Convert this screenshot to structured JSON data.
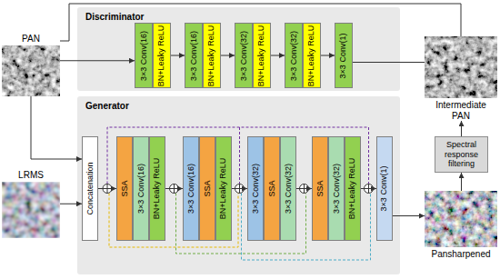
{
  "diagram": {
    "nodes": [
      {
        "text": [
          "PAN"
        ]
      },
      {
        "text": [
          "Discriminator"
        ]
      },
      {
        "text": [
          "3×3 Conv(16)"
        ],
        "in": 1
      },
      {
        "text": [
          "BN+Leaky ReLU"
        ],
        "in": 1
      },
      {
        "text": [
          "3×3 Conv(16)"
        ],
        "in": 1
      },
      {
        "text": [
          "BN+Leaky ReLU"
        ],
        "in": 1
      },
      {
        "text": [
          "3×3 Conv(32)"
        ],
        "in": 1
      },
      {
        "text": [
          "BN+Leaky ReLU"
        ],
        "in": 1
      },
      {
        "text": [
          "3×3 Conv(32)"
        ],
        "in": 1
      },
      {
        "text": [
          "BN+Leaky ReLU"
        ],
        "in": 1
      },
      {
        "text": [
          "3×3 Conv(1)"
        ],
        "in": 1
      },
      {
        "text": [
          "Intermediate PAN"
        ]
      },
      {
        "text": [
          "LRMS"
        ]
      },
      {
        "text": [
          "Generator"
        ]
      },
      {
        "text": [
          "Concatenation"
        ],
        "in": 13
      },
      {
        "text": [
          "SSA"
        ],
        "in": 13
      },
      {
        "text": [
          "3×3 Conv(16)"
        ],
        "in": 13
      },
      {
        "text": [
          "BN+Leaky ReLU"
        ],
        "in": 13
      },
      {
        "text": [
          "3×3 Conv(16)"
        ],
        "in": 13
      },
      {
        "text": [
          "SSA"
        ],
        "in": 13
      },
      {
        "text": [
          "BN+Leaky ReLU"
        ],
        "in": 13
      },
      {
        "text": [
          "3×3 Conv(32)"
        ],
        "in": 13
      },
      {
        "text": [
          "SSA"
        ],
        "in": 13
      },
      {
        "text": [
          "3×3 Conv(32)"
        ],
        "in": 13
      },
      {
        "text": [
          "SSA"
        ],
        "in": 13
      },
      {
        "text": [
          "3×3 Conv(32)"
        ],
        "in": 13
      },
      {
        "text": [
          "BN+Leaky ReLU"
        ],
        "in": 13
      },
      {
        "text": [
          "3×3 Conv(1)"
        ],
        "in": 13
      },
      {
        "text": [
          "Spectral response filtering"
        ]
      },
      {
        "text": [
          "Pansharpened"
        ]
      }
    ],
    "edges": [
      {
        "from": 0,
        "to": 2,
        "arrow": "to"
      },
      {
        "from": 3,
        "to": 4,
        "arrow": "to"
      },
      {
        "from": 5,
        "to": 6,
        "arrow": "to"
      },
      {
        "from": 7,
        "to": 8,
        "arrow": "to"
      },
      {
        "from": 9,
        "to": 10,
        "arrow": "to"
      },
      {
        "from": 10,
        "to": 11,
        "arrow": "none"
      },
      {
        "from": 0,
        "to": 11,
        "arrow": "none"
      },
      {
        "from": 0,
        "to": 14,
        "arrow": "to"
      },
      {
        "from": 12,
        "to": 14,
        "arrow": "to"
      },
      {
        "from": 14,
        "to": 15,
        "arrow": "to"
      },
      {
        "from": 17,
        "to": 18,
        "arrow": "to"
      },
      {
        "from": 20,
        "to": 21,
        "arrow": "to"
      },
      {
        "from": 23,
        "to": 24,
        "arrow": "to"
      },
      {
        "from": 26,
        "to": 27,
        "arrow": "to"
      },
      {
        "from": 27,
        "to": 29,
        "arrow": "to"
      },
      {
        "from": 29,
        "to": 28,
        "arrow": "to"
      },
      {
        "from": 28,
        "to": 11,
        "arrow": "to"
      }
    ]
  }
}
